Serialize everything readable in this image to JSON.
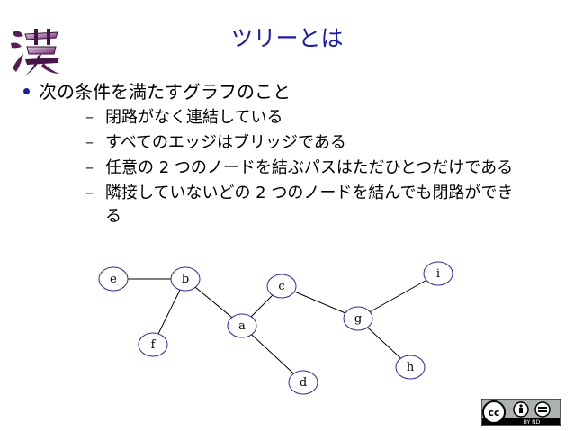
{
  "slide": {
    "title": "ツリーとは",
    "bullet": "次の条件を満たすグラフのこと",
    "subitems": [
      "閉路がなく連結している",
      "すべてのエッジはブリッジである",
      "任意の 2 つのノードを結ぶパスはただひとつだけである",
      "隣接していないどの 2 つのノードを結んでも閉路ができ",
      "る"
    ]
  },
  "graph": {
    "nodes": [
      "e",
      "b",
      "c",
      "i",
      "a",
      "g",
      "f",
      "h",
      "d"
    ],
    "edges": [
      [
        "e",
        "b"
      ],
      [
        "b",
        "f"
      ],
      [
        "b",
        "a"
      ],
      [
        "a",
        "c"
      ],
      [
        "a",
        "d"
      ],
      [
        "c",
        "g"
      ],
      [
        "g",
        "i"
      ],
      [
        "g",
        "h"
      ]
    ],
    "node_fill": "#ffffff",
    "node_stroke": "#2a2aa8"
  },
  "license": {
    "badge": "BY ND"
  },
  "logo": {
    "glyph": "漢"
  },
  "colors": {
    "title": "#1a1ab0",
    "accent": "#1a1ab0"
  }
}
